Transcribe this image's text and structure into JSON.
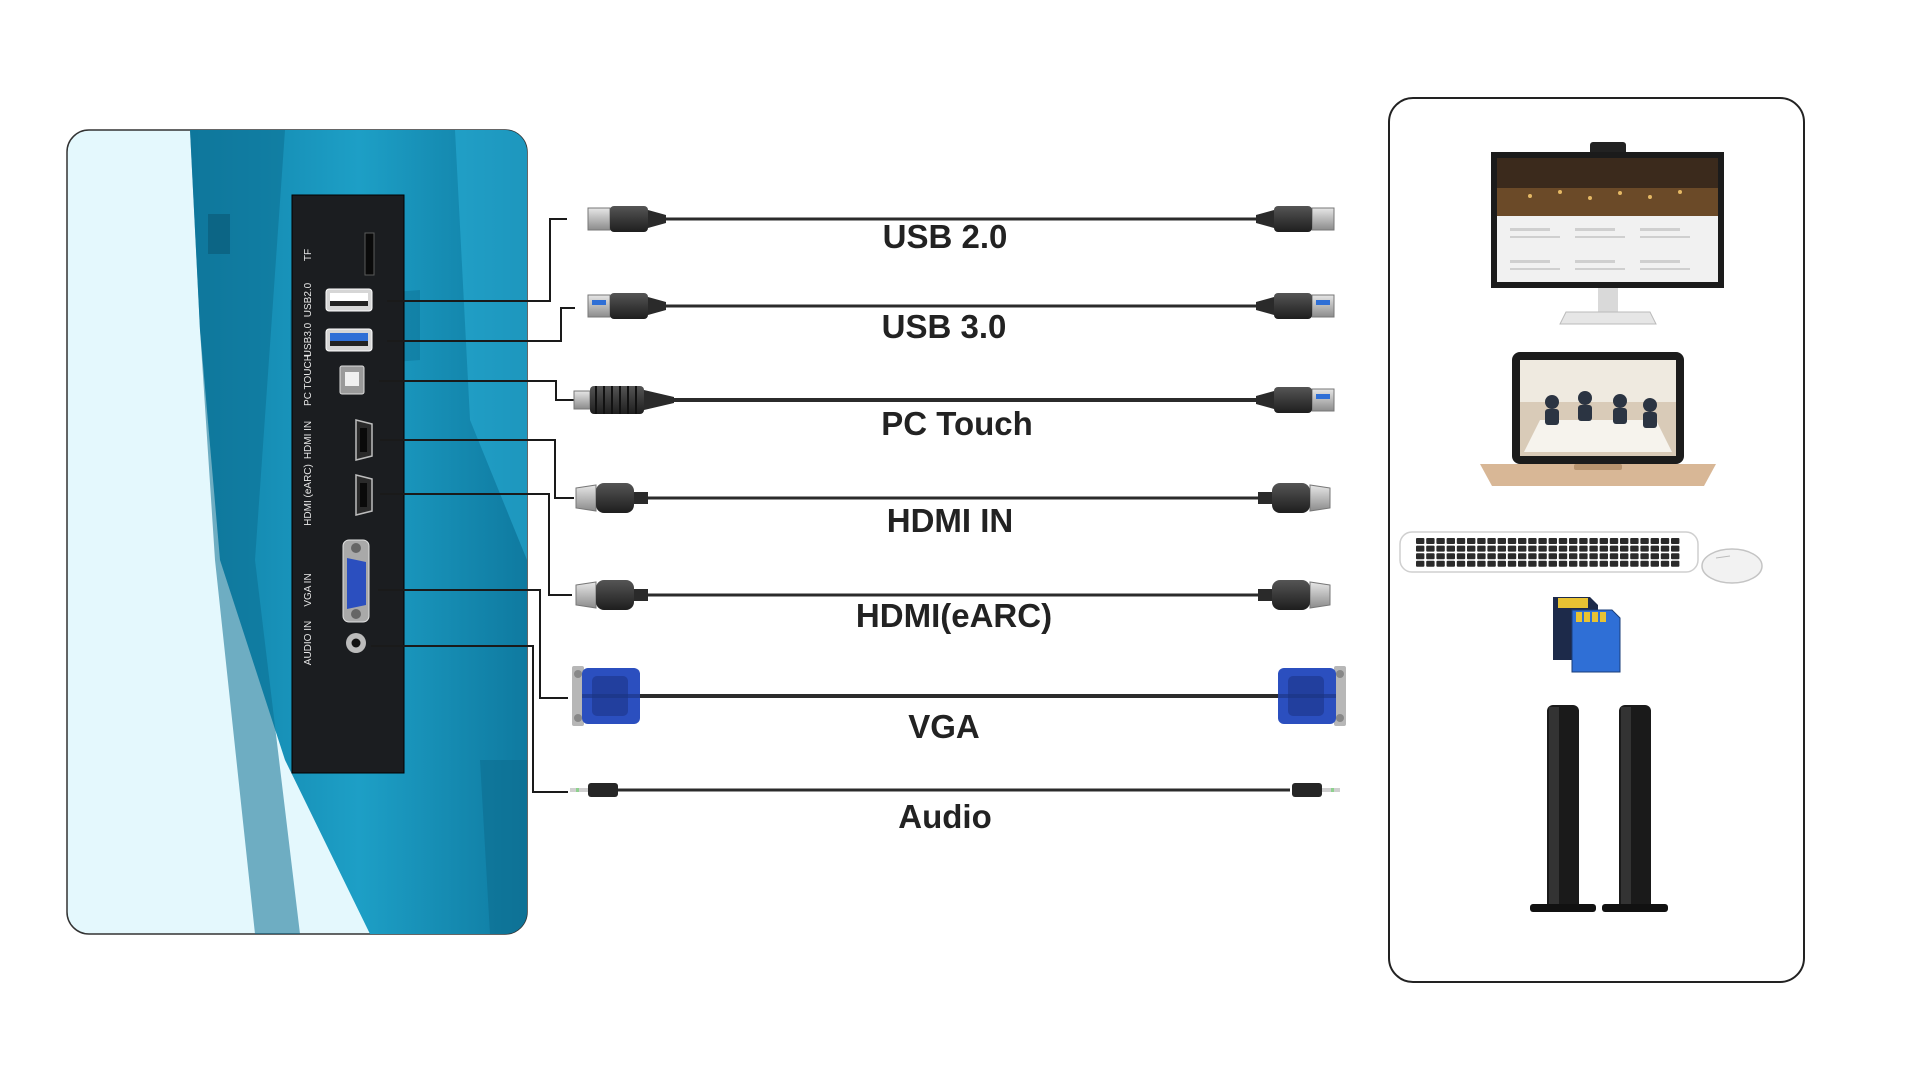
{
  "panel_ports": [
    {
      "key": "tf",
      "label": "TF"
    },
    {
      "key": "usb20",
      "label": "USB2.0"
    },
    {
      "key": "usb30",
      "label": "USB3.0"
    },
    {
      "key": "pctouch",
      "label": "PC TOUCH"
    },
    {
      "key": "hdmiin",
      "label": "HDMI IN"
    },
    {
      "key": "hdmiearc",
      "label": "HDMI (eARC)"
    },
    {
      "key": "vgain",
      "label": "VGA IN"
    },
    {
      "key": "audioin",
      "label": "AUDIO IN"
    }
  ],
  "cables": [
    {
      "key": "usb20",
      "label": "USB 2.0",
      "type": "usb-a"
    },
    {
      "key": "usb30",
      "label": "USB 3.0",
      "type": "usb-a-blue"
    },
    {
      "key": "pctouch",
      "label": "PC Touch",
      "type": "usb-b"
    },
    {
      "key": "hdmiin",
      "label": "HDMI IN",
      "type": "hdmi"
    },
    {
      "key": "hdmiearc",
      "label": "HDMI(eARC)",
      "type": "hdmi"
    },
    {
      "key": "vga",
      "label": "VGA",
      "type": "vga"
    },
    {
      "key": "audio",
      "label": "Audio",
      "type": "audio"
    }
  ],
  "devices": [
    {
      "key": "monitor",
      "icon": "monitor-with-webcam-icon"
    },
    {
      "key": "laptop",
      "icon": "laptop-icon"
    },
    {
      "key": "keyboard",
      "icon": "keyboard-and-mouse-icon"
    },
    {
      "key": "sdcard",
      "icon": "sd-card-icon"
    },
    {
      "key": "speakers",
      "icon": "soundbar-speakers-icon"
    }
  ],
  "colors": {
    "panel_blue": "#1a93b5",
    "panel_dark": "#1b1d20",
    "cable": "#2b2b2b",
    "vga_blue": "#2b4fbf",
    "usb3_blue": "#2f6fd6"
  }
}
